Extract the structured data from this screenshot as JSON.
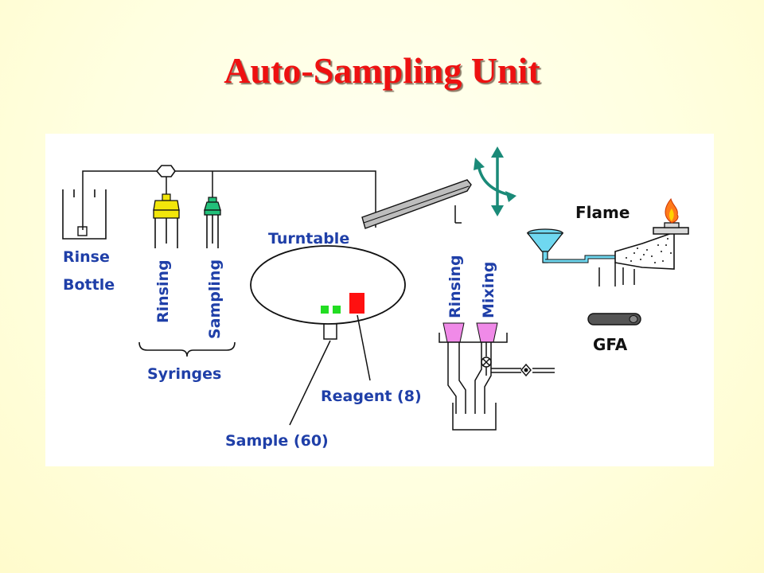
{
  "title": "Auto-Sampling Unit",
  "labels": {
    "rinse_bottle_line1": "Rinse",
    "rinse_bottle_line2": "Bottle",
    "rinsing_syringe": "Rinsing",
    "sampling_syringe": "Sampling",
    "syringes": "Syringes",
    "turntable": "Turntable",
    "reagent": "Reagent (8)",
    "sample": "Sample (60)",
    "rinsing_cup": "Rinsing",
    "mixing_cup": "Mixing",
    "flame": "Flame",
    "gfa": "GFA"
  },
  "colors": {
    "title": "#ee1111",
    "label_blue": "#1f3fa8",
    "teal": "#1a8a78",
    "syringe_yellow": "#f2e60a",
    "syringe_green": "#22c07a",
    "sample_green": "#22dd22",
    "reagent_red": "#ff1010",
    "cup_pink": "#f08ae8",
    "flame_orange": "#ff7a1a",
    "capillary_cyan": "#6fd8f0"
  }
}
